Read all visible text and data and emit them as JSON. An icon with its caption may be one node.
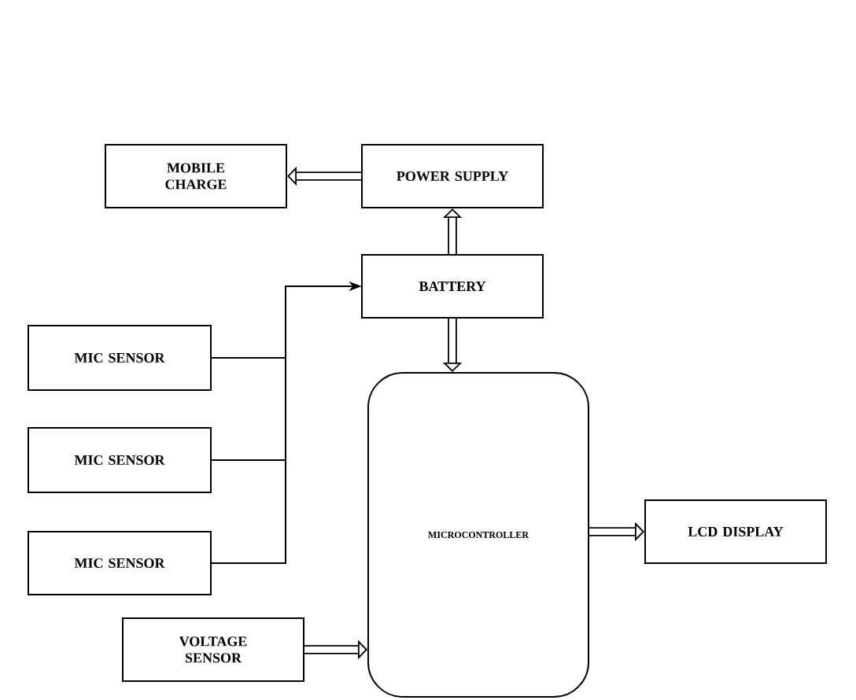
{
  "diagram": {
    "nodes": [
      {
        "text": [
          "MOBILE CHARGE"
        ]
      },
      {
        "text": [
          "POWER SUPPLY"
        ]
      },
      {
        "text": [
          "BATTERY"
        ]
      },
      {
        "text": [
          "MIC SENSOR"
        ]
      },
      {
        "text": [
          "MIC SENSOR"
        ]
      },
      {
        "text": [
          "MIC SENSOR"
        ]
      },
      {
        "text": [
          "VOLTAGE SENSOR"
        ]
      },
      {
        "text": [
          "MICROCONTROLLER"
        ]
      },
      {
        "text": [
          "LCD DISPLAY"
        ]
      }
    ],
    "edges": [
      {
        "from": 1,
        "to": 0,
        "arrow": "to"
      },
      {
        "from": 2,
        "to": 1,
        "arrow": "to"
      },
      {
        "from": 2,
        "to": 7,
        "arrow": "to"
      },
      {
        "from": 3,
        "to": 2,
        "arrow": "to"
      },
      {
        "from": 4,
        "to": 2,
        "arrow": "to"
      },
      {
        "from": 5,
        "to": 2,
        "arrow": "to"
      },
      {
        "from": 6,
        "to": 7,
        "arrow": "to"
      },
      {
        "from": 7,
        "to": 8,
        "arrow": "to"
      }
    ]
  }
}
